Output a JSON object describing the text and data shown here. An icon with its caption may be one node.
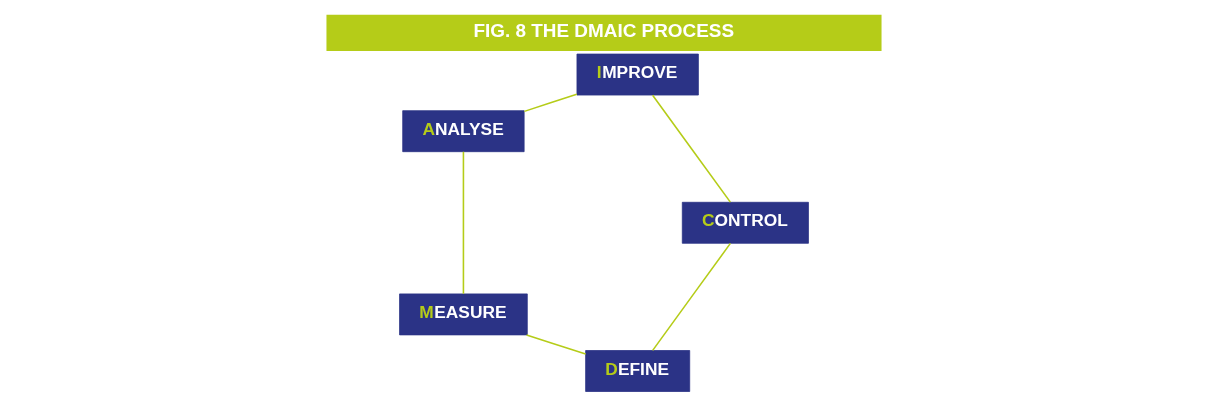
{
  "diagram": {
    "title": "FIG. 8 THE DMAIC PROCESS",
    "nodes": [
      {
        "text": [
          "DEFINE"
        ]
      },
      {
        "text": [
          "MEASURE"
        ]
      },
      {
        "text": [
          "ANALYSE"
        ]
      },
      {
        "text": [
          "IMPROVE"
        ]
      },
      {
        "text": [
          "CONTROL"
        ]
      }
    ],
    "edges": [
      {
        "from": 0,
        "to": 1,
        "arrow": "none"
      },
      {
        "from": 1,
        "to": 2,
        "arrow": "none"
      },
      {
        "from": 2,
        "to": 3,
        "arrow": "none"
      },
      {
        "from": 3,
        "to": 4,
        "arrow": "none"
      },
      {
        "from": 4,
        "to": 0,
        "arrow": "none"
      }
    ]
  }
}
